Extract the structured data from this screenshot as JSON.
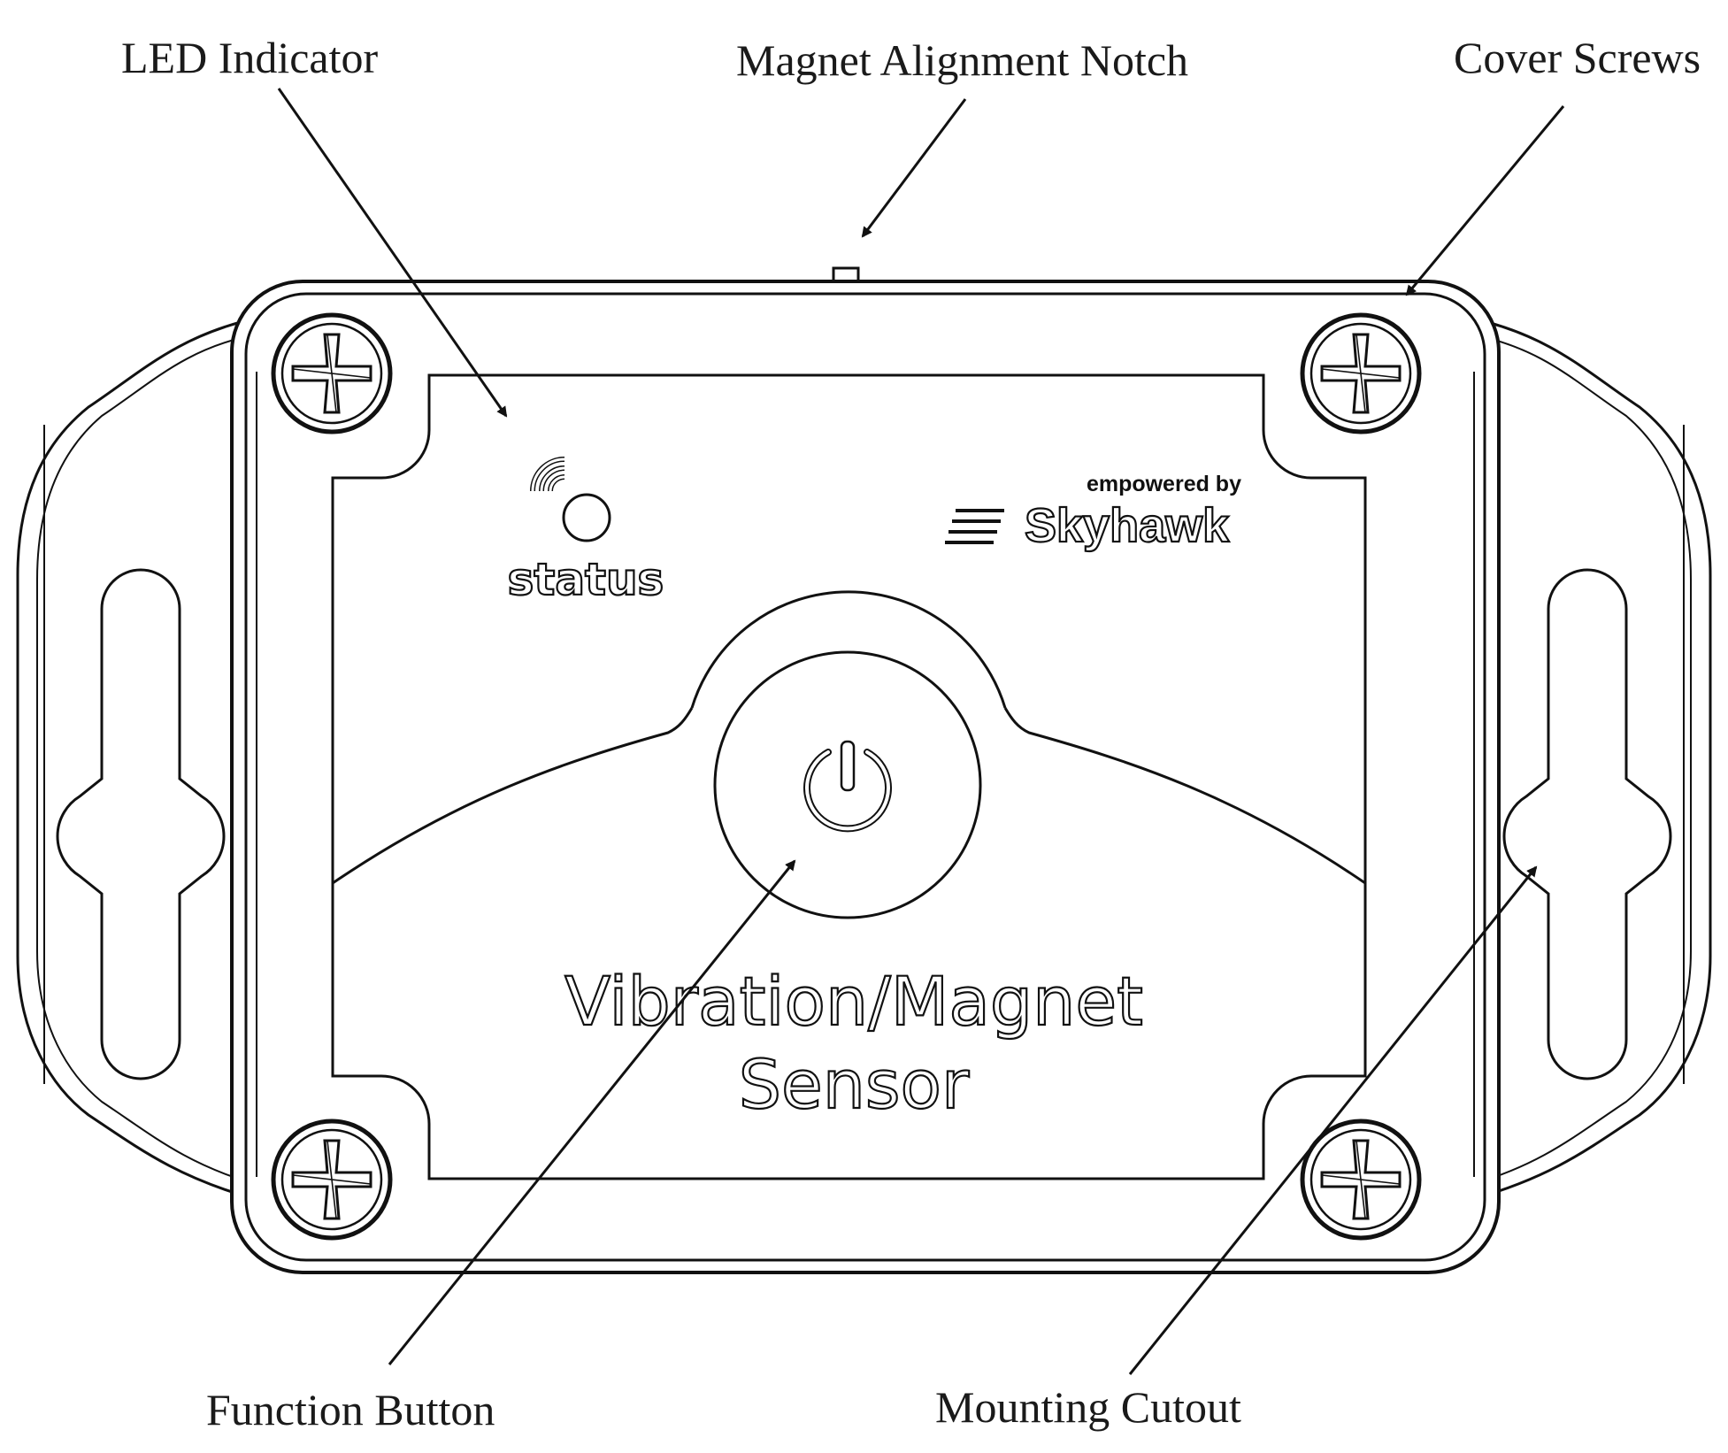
{
  "callouts": {
    "led_indicator": "LED Indicator",
    "magnet_alignment_notch": "Magnet Alignment Notch",
    "cover_screws": "Cover Screws",
    "function_button": "Function Button",
    "mounting_cutout": "Mounting Cutout"
  },
  "device": {
    "status_label": "status",
    "brand_tagline": "empowered by",
    "brand_name": "Skyhawk",
    "product_line1": "Vibration/Magnet",
    "product_line2": "Sensor"
  },
  "colors": {
    "line": "#111111",
    "background": "#ffffff"
  },
  "icons": [
    "signal-icon",
    "power-icon",
    "screw-icon",
    "skyhawk-logo-icon"
  ]
}
